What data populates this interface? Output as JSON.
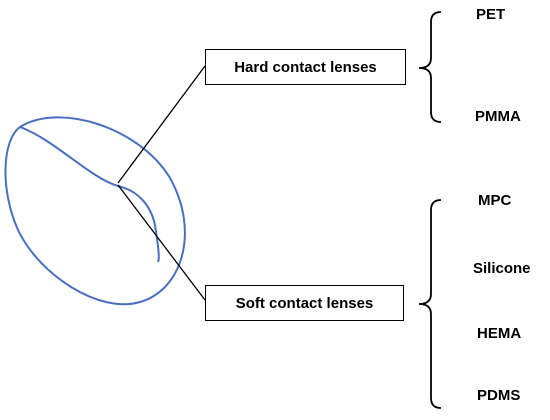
{
  "hard": {
    "label": "Hard contact lenses",
    "items": [
      "PET",
      "PMMA"
    ]
  },
  "soft": {
    "label": "Soft contact lenses",
    "items": [
      "MPC",
      "Silicone",
      "HEMA",
      "PDMS"
    ]
  },
  "colors": {
    "lens": "#4a6fc0",
    "line": "#000000"
  }
}
